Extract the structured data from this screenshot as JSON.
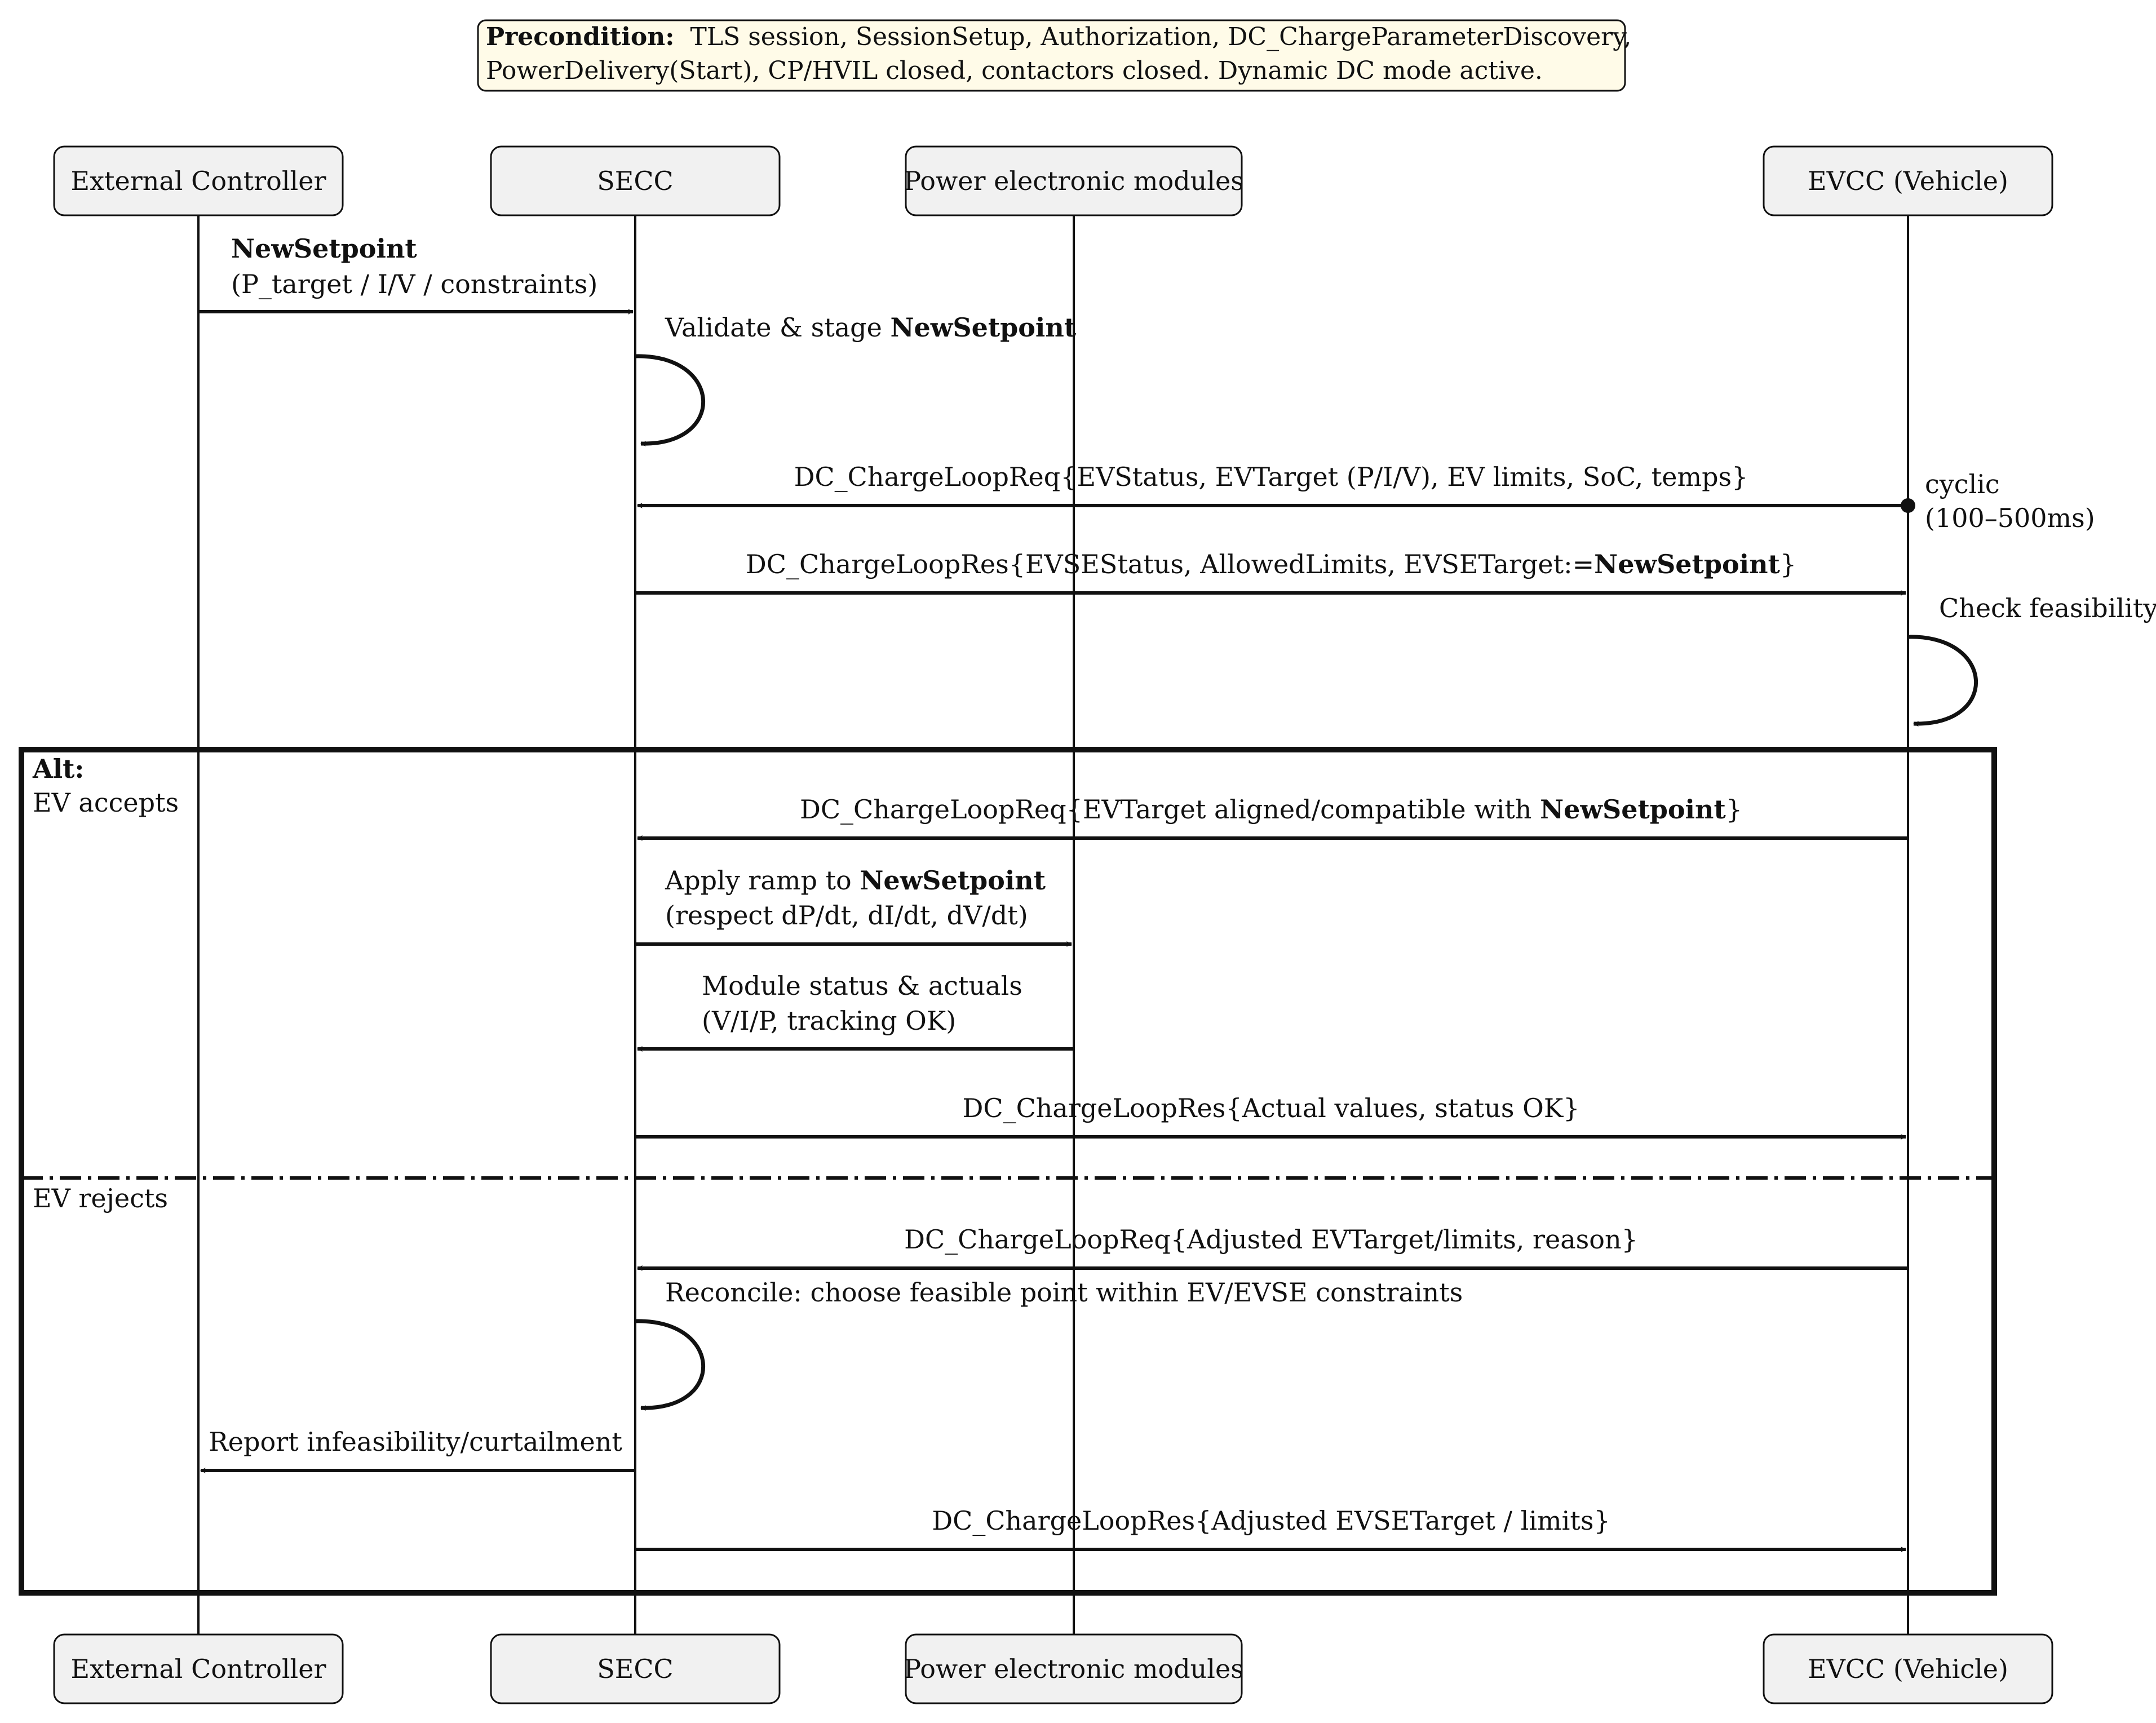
{
  "precondition": {
    "bold": "Precondition:",
    "line1": "TLS session, SessionSetup, Authorization, DC_ChargeParameterDiscovery,",
    "line2": "PowerDelivery(Start), CP/HVIL closed, contactors closed. Dynamic DC mode active."
  },
  "participants": [
    {
      "id": "ext",
      "label": "External Controller"
    },
    {
      "id": "secc",
      "label": "SECC"
    },
    {
      "id": "pem",
      "label": "Power electronic modules"
    },
    {
      "id": "evcc",
      "label": "EVCC (Vehicle)"
    }
  ],
  "messages": [
    {
      "id": "newsetpoint",
      "from": "ext",
      "to": "secc",
      "lines": [
        [
          {
            "t": "NewSetpoint",
            "b": true
          }
        ],
        [
          {
            "t": "(P_target / I/V / constraints)"
          }
        ]
      ]
    },
    {
      "id": "validate",
      "self": "secc",
      "lines": [
        [
          {
            "t": "Validate & stage "
          },
          {
            "t": "NewSetpoint",
            "b": true
          }
        ]
      ]
    },
    {
      "id": "req1",
      "from": "evcc",
      "to": "secc",
      "dot": true,
      "lines": [
        [
          {
            "t": "DC_ChargeLoopReq{EVStatus, EVTarget (P/I/V), EV limits, SoC, temps}"
          }
        ]
      ]
    },
    {
      "id": "res1",
      "from": "secc",
      "to": "evcc",
      "lines": [
        [
          {
            "t": "DC_ChargeLoopRes{EVSEStatus, AllowedLimits, EVSETarget:="
          },
          {
            "t": "NewSetpoint",
            "b": true
          },
          {
            "t": "}"
          }
        ]
      ]
    },
    {
      "id": "feasibility",
      "self": "evcc",
      "lines": [
        [
          {
            "t": "Check feasibility"
          }
        ]
      ]
    },
    {
      "id": "req-accept",
      "from": "evcc",
      "to": "secc",
      "lines": [
        [
          {
            "t": "DC_ChargeLoopReq{EVTarget aligned/compatible with "
          },
          {
            "t": "NewSetpoint",
            "b": true
          },
          {
            "t": "}"
          }
        ]
      ]
    },
    {
      "id": "ramp",
      "from": "secc",
      "to": "pem",
      "lines": [
        [
          {
            "t": "Apply ramp to "
          },
          {
            "t": "NewSetpoint",
            "b": true
          }
        ],
        [
          {
            "t": "(respect dP/dt, dI/dt, dV/dt)"
          }
        ]
      ]
    },
    {
      "id": "module-status",
      "from": "pem",
      "to": "secc",
      "lines": [
        [
          {
            "t": "Module status & actuals"
          }
        ],
        [
          {
            "t": "(V/I/P, tracking OK)"
          }
        ]
      ]
    },
    {
      "id": "res-actual",
      "from": "secc",
      "to": "evcc",
      "lines": [
        [
          {
            "t": "DC_ChargeLoopRes{Actual values, status OK}"
          }
        ]
      ]
    },
    {
      "id": "req-adjusted",
      "from": "evcc",
      "to": "secc",
      "lines": [
        [
          {
            "t": "DC_ChargeLoopReq{Adjusted EVTarget/limits, reason}"
          }
        ]
      ]
    },
    {
      "id": "reconcile",
      "self": "secc",
      "lines": [
        [
          {
            "t": "Reconcile: choose feasible point within EV/EVSE constraints"
          }
        ]
      ]
    },
    {
      "id": "report",
      "from": "secc",
      "to": "ext",
      "lines": [
        [
          {
            "t": "Report infeasibility/curtailment"
          }
        ]
      ]
    },
    {
      "id": "res-adjusted",
      "from": "secc",
      "to": "evcc",
      "lines": [
        [
          {
            "t": "DC_ChargeLoopRes{Adjusted EVSETarget / limits}"
          }
        ]
      ]
    }
  ],
  "cyclic_note": [
    "cyclic",
    "(100–500ms)"
  ],
  "alt_fragment": {
    "title": "Alt:",
    "guard_accept": "EV accepts",
    "guard_reject": "EV rejects"
  }
}
